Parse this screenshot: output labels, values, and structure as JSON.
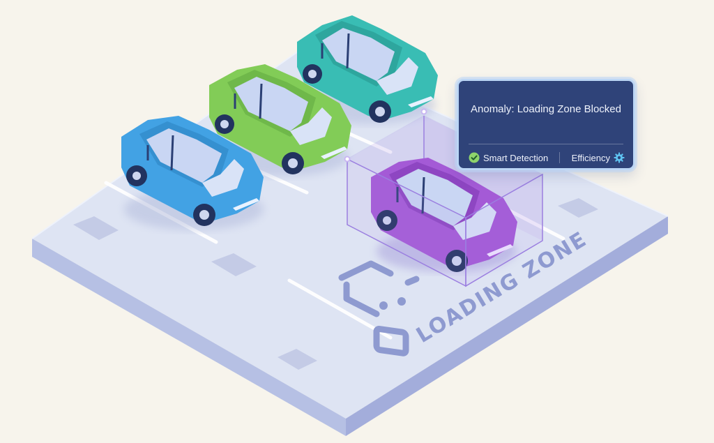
{
  "alert": {
    "title": "Anomaly: Loading Zone Blocked",
    "smart_detection_label": "Smart Detection",
    "efficiency_label": "Efficiency",
    "smart_detection_icon": "check-circle-icon",
    "efficiency_icon": "gear-icon"
  },
  "ground": {
    "loading_zone_label": "LOADING ZONE",
    "zone_icon": "truck-loading-icon"
  },
  "cars": [
    {
      "name": "car-teal",
      "color": "#3cc0b8"
    },
    {
      "name": "car-green",
      "color": "#82cf5a"
    },
    {
      "name": "car-blue",
      "color": "#3fa0e2"
    },
    {
      "name": "car-purple",
      "color": "#a35bd6"
    }
  ],
  "colors": {
    "background": "#f7f4ec",
    "platform_top": "#d9e0f1",
    "platform_side_left": "#b4bfe4",
    "platform_side_right": "#9ea9d8",
    "highlight_box": "#9b7fe0",
    "alert_bg": "#2f4379",
    "alert_border": "#bcd6f5"
  }
}
